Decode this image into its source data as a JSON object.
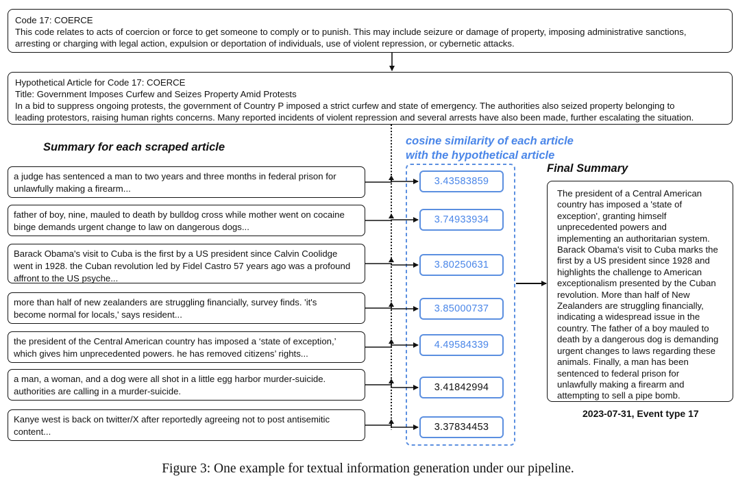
{
  "code_box": {
    "lines": [
      "Code 17: COERCE",
      "This code relates to acts of coercion or force to get someone to comply or to punish. This may include seizure or damage of property, imposing administrative sanctions,",
      "arresting or charging with legal action, expulsion or deportation of individuals, use of violent repression, or cybernetic attacks."
    ]
  },
  "hypothetical_box": {
    "lines": [
      "Hypothetical Article for Code 17: COERCE",
      "Title: Government Imposes Curfew and Seizes Property Amid Protests",
      "In a bid to suppress ongoing protests, the government of Country P imposed a strict curfew and state of emergency. The authorities also seized property belonging to",
      "leading protestors, raising human rights concerns. Many reported incidents of violent repression and several arrests have also been made, further escalating the situation."
    ]
  },
  "summary_heading": "Summary for each scraped article",
  "cosine_heading": [
    "cosine similarity of each article",
    "with the hypothetical article"
  ],
  "final_heading": "Final Summary",
  "articles": [
    {
      "lines": [
        "a judge has sentenced a man to two years and three months in federal prison for",
        "unlawfully making a firearm..."
      ],
      "score": "3.43583859",
      "highlight": true
    },
    {
      "lines": [
        "father of boy, nine, mauled to death by bulldog cross while mother went on cocaine",
        "binge demands urgent change to law on dangerous dogs..."
      ],
      "score": "3.74933934",
      "highlight": true
    },
    {
      "lines": [
        "Barack Obama's visit to Cuba is the first by a US president since Calvin Coolidge",
        "went in 1928. the Cuban revolution led by Fidel Castro 57 years ago was a profound",
        "affront to the US psyche..."
      ],
      "score": "3.80250631",
      "highlight": true
    },
    {
      "lines": [
        "more than half of new zealanders are struggling financially, survey finds. 'it's",
        "become normal for locals,' says resident..."
      ],
      "score": "3.85000737",
      "highlight": true
    },
    {
      "lines": [
        "the president of the Central American country has imposed a ‘state of exception,’",
        "which gives him unprecedented powers. he has removed citizens’ rights..."
      ],
      "score": "4.49584339",
      "highlight": true
    },
    {
      "lines": [
        "a man, a woman, and a dog were all shot in a little egg harbor murder-suicide.",
        "authorities are calling in a murder-suicide."
      ],
      "score": "3.41842994",
      "highlight": false
    },
    {
      "lines": [
        "Kanye west is back on twitter/X after reportedly agreeing not to post antisemitic",
        "content..."
      ],
      "score": "3.37834453",
      "highlight": false
    }
  ],
  "final_summary": [
    "The president of a Central American",
    "country has imposed a 'state of",
    "exception', granting himself",
    "unprecedented powers and",
    "implementing an authoritarian system.",
    "Barack Obama's visit to Cuba marks the",
    "first by a US president since 1928 and",
    "highlights the challenge to American",
    "exceptionalism presented by the Cuban",
    "revolution. More than half of New",
    "Zealanders are struggling financially,",
    "indicating a widespread issue in the",
    "country. The father of a boy mauled to",
    "death by a dangerous dog is demanding",
    "urgent changes to laws regarding these",
    "animals. Finally, a man has been",
    "sentenced to federal prison for",
    "unlawfully making a firearm and",
    "attempting to sell a pipe bomb."
  ],
  "date_label": "2023-07-31, Event type 17",
  "caption": "Figure 3: One example for textual information generation under our pipeline.",
  "colors": {
    "accent_blue": "#4a86e8",
    "score_border": "#5b8fe0",
    "line": "#111111"
  }
}
